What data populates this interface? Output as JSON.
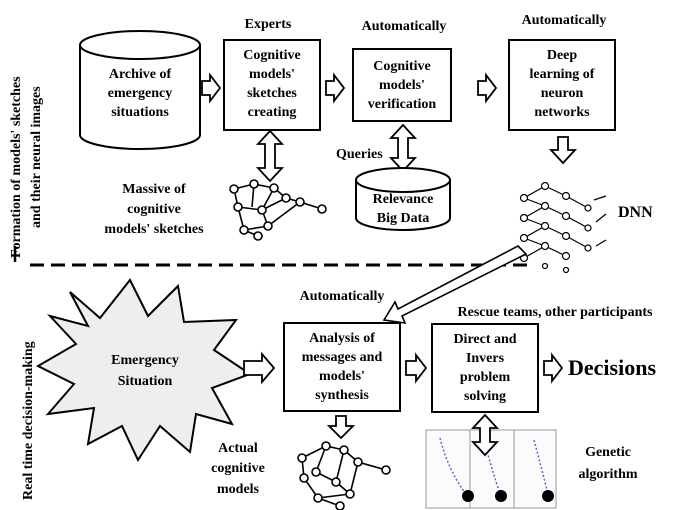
{
  "side_labels": {
    "top_line1": "Formation of models' sketches",
    "top_line2": "and their neural images",
    "bottom": "Real time decision-making"
  },
  "top": {
    "headers": {
      "experts": "Experts",
      "auto1": "Automatically",
      "auto2": "Automatically"
    },
    "archive": [
      "Archive of",
      "emergency",
      "situations"
    ],
    "sketches": [
      "Cognitive",
      "models'",
      "sketches",
      "creating"
    ],
    "verification": [
      "Cognitive",
      "models'",
      "verification"
    ],
    "deep": [
      "Deep",
      "learning of",
      "neuron",
      "networks"
    ],
    "queries": "Queries",
    "relevance": [
      "Relevance",
      "Big Data"
    ],
    "massive": [
      "Massive of",
      "cognitive",
      "models' sketches"
    ],
    "dnn": "DNN"
  },
  "bottom": {
    "auto_header": "Automatically",
    "rescue_header": "Rescue teams, other participants",
    "emergency": [
      "Emergency",
      "Situation"
    ],
    "analysis": [
      "Analysis of",
      "messages and",
      "models'",
      "synthesis"
    ],
    "direct": [
      "Direct and",
      "Invers",
      "problem",
      "solving"
    ],
    "decisions": "Decisions",
    "actual": [
      "Actual",
      "cognitive",
      "models"
    ],
    "genetic": [
      "Genetic",
      "algorithm"
    ]
  }
}
